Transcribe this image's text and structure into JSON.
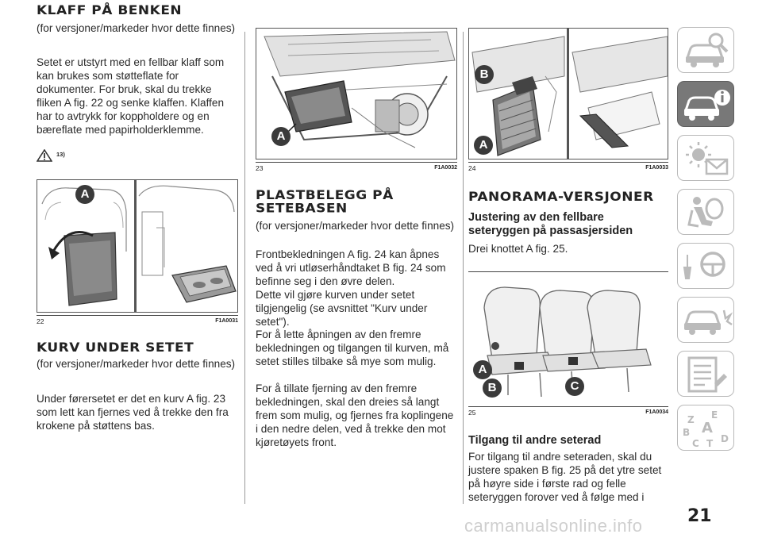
{
  "col1": {
    "h_klaff": "KLAFF PÅ BENKEN",
    "p_klaff_1": "(for versjoner/markeder hvor dette finnes)",
    "p_klaff_2": "Setet er utstyrt med en fellbar klaff som kan brukes som støtteflate for dokumenter. For bruk, skal du trekke fliken A fig. 22 og senke klaffen. Klaffen har to avtrykk for koppholdere og en bæreflate med papirholderklemme.",
    "warn_ref": "13)",
    "fig22_num": "22",
    "fig22_code": "F1A0031",
    "fig22_callout": "A",
    "h_kurv": "KURV UNDER SETET",
    "p_kurv_1": "(for versjoner/markeder hvor dette finnes)",
    "p_kurv_2": "Under førersetet er det en kurv A fig. 23 som lett kan fjernes ved å trekke den fra krokene på støttens bas."
  },
  "col2": {
    "fig23_num": "23",
    "fig23_code": "F1A0032",
    "fig23_callout": "A",
    "h_plast": "PLASTBELEGG PÅ SETEBASEN",
    "p_plast_1": "(for versjoner/markeder hvor dette finnes)",
    "p_plast_2": "Frontbekledningen A fig. 24 kan åpnes ved å vri utløserhåndtaket B fig. 24 som befinne seg i den øvre delen.",
    "p_plast_3": "Dette vil gjøre kurven under setet tilgjengelig (se avsnittet \"Kurv under setet\").",
    "p_plast_4": "For å lette åpningen av den fremre bekledningen og tilgangen til kurven, må setet stilles tilbake så mye som mulig.",
    "p_plast_5": "For å tillate fjerning av den fremre bekledningen, skal den dreies så langt frem som mulig, og fjernes fra koplingene i den nedre delen, ved å trekke den mot kjøretøyets front."
  },
  "col3": {
    "fig24_num": "24",
    "fig24_code": "F1A0033",
    "fig24_callout_b": "B",
    "fig24_callout_a": "A",
    "h_pano": "PANORAMA-VERSJONER",
    "h_just": "Justering av den fellbare seteryggen på passasjersiden",
    "p_just": "Drei knottet A fig. 25.",
    "fig25_num": "25",
    "fig25_code": "F1A0034",
    "fig25_callout_a": "A",
    "fig25_callout_b": "B",
    "fig25_callout_c": "C",
    "h_tilgang": "Tilgang til andre seterad",
    "p_tilgang": "For tilgang til andre seteraden, skal du justere spaken B fig. 25 på det ytre setet på høyre side i første rad og felle seteryggen forover ved å følge med i"
  },
  "sidebar": {
    "tabs": [
      "car-search-icon",
      "car-info-icon",
      "warning-lights-icon",
      "airbag-icon",
      "steering-wheel-icon",
      "car-crash-icon",
      "maintenance-list-icon",
      "alphabet-index-icon"
    ],
    "active_index": 1
  },
  "page_number": "21",
  "watermark": "carmanualsonline.info"
}
